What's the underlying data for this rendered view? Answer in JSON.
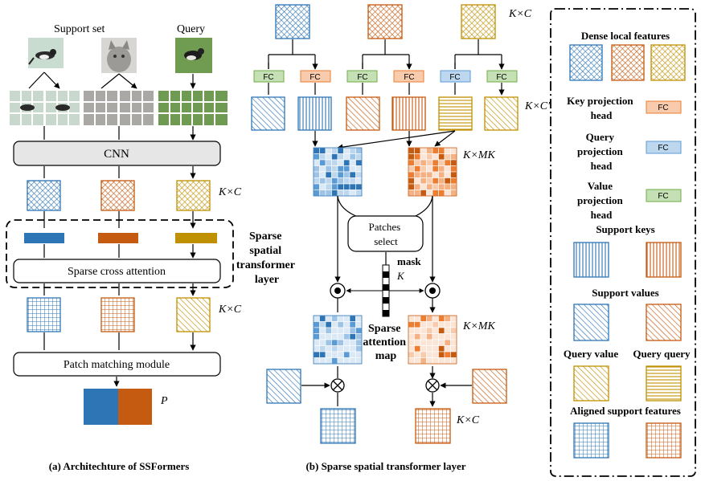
{
  "panel_a": {
    "support_set_label": "Support set",
    "query_label": "Query",
    "cnn_label": "CNN",
    "kc_label_1": "K×C",
    "sparse_cross_attention_label": "Sparse cross attention",
    "sparse_layer_label": [
      "Sparse",
      "spatial",
      "transformer",
      "layer"
    ],
    "kc_label_2": "K×C",
    "patch_matching_label": "Patch matching module",
    "p_label": "P",
    "caption": "(a) Architechture of SSFormers"
  },
  "panel_b": {
    "kc_label": "K×C",
    "fc_label": "FC",
    "kcprime_label": "K×C′",
    "kmk_label_1": "K×MK",
    "patches_select_label": [
      "Patches",
      "select"
    ],
    "mask_label": "mask",
    "k_label": "K",
    "sparse_attention_map_label": [
      "Sparse",
      "attention",
      "map"
    ],
    "kmk_label_2": "K×MK",
    "kc_label_out": "K×C",
    "caption": "(b) Sparse spatial transformer layer"
  },
  "legend": {
    "dense_local_features": "Dense local features",
    "key_projection_head": [
      "Key projection",
      "head"
    ],
    "query_projection_head": [
      "Query",
      "projection",
      "head"
    ],
    "value_projection_head": [
      "Value",
      "projection",
      "head"
    ],
    "fc_label": "FC",
    "support_keys": "Support keys",
    "support_values": "Support values",
    "query_value": "Query value",
    "query_query": "Query query",
    "aligned_support_features": "Aligned support features"
  },
  "colors": {
    "blue": "#2e75b6",
    "orange": "#c55a11",
    "gold": "#bf9000",
    "fc_orange_fill": "#f8cbad",
    "fc_blue_fill": "#bdd7ee",
    "fc_green_fill": "#c5e0b4"
  }
}
